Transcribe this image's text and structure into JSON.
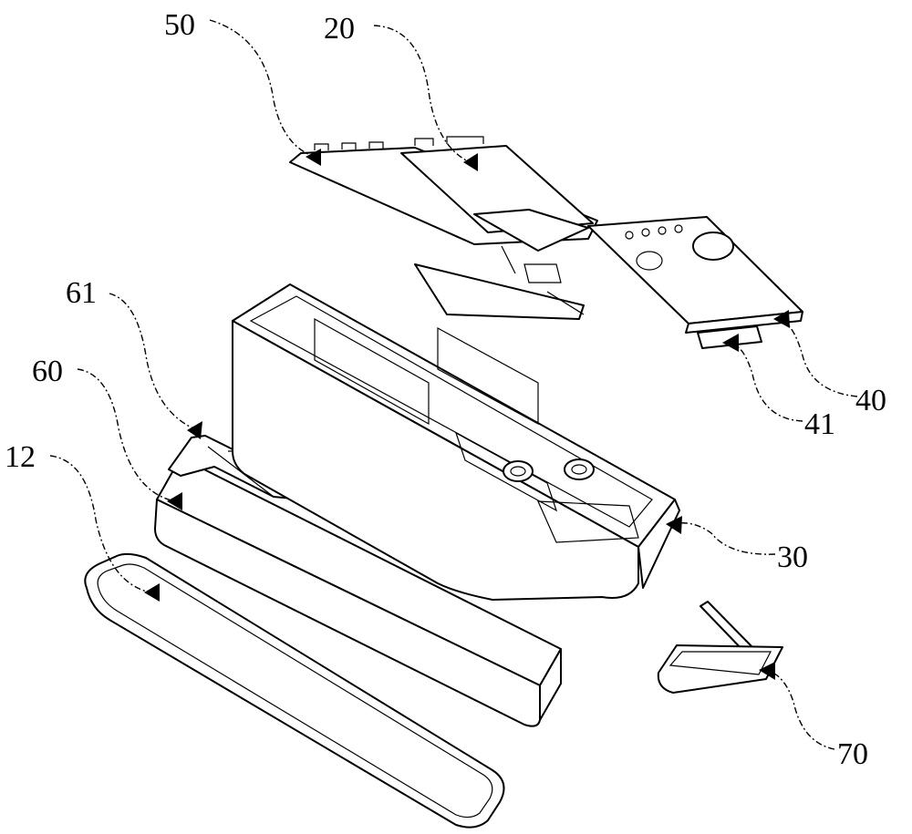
{
  "figure": {
    "labels": {
      "pcb_cover": "50",
      "main_board": "20",
      "battery_bracket": "61",
      "battery": "60",
      "bottom_cover": "12",
      "sub_board": "40",
      "sub_board_connector": "41",
      "housing": "30",
      "button_cap": "70"
    }
  }
}
